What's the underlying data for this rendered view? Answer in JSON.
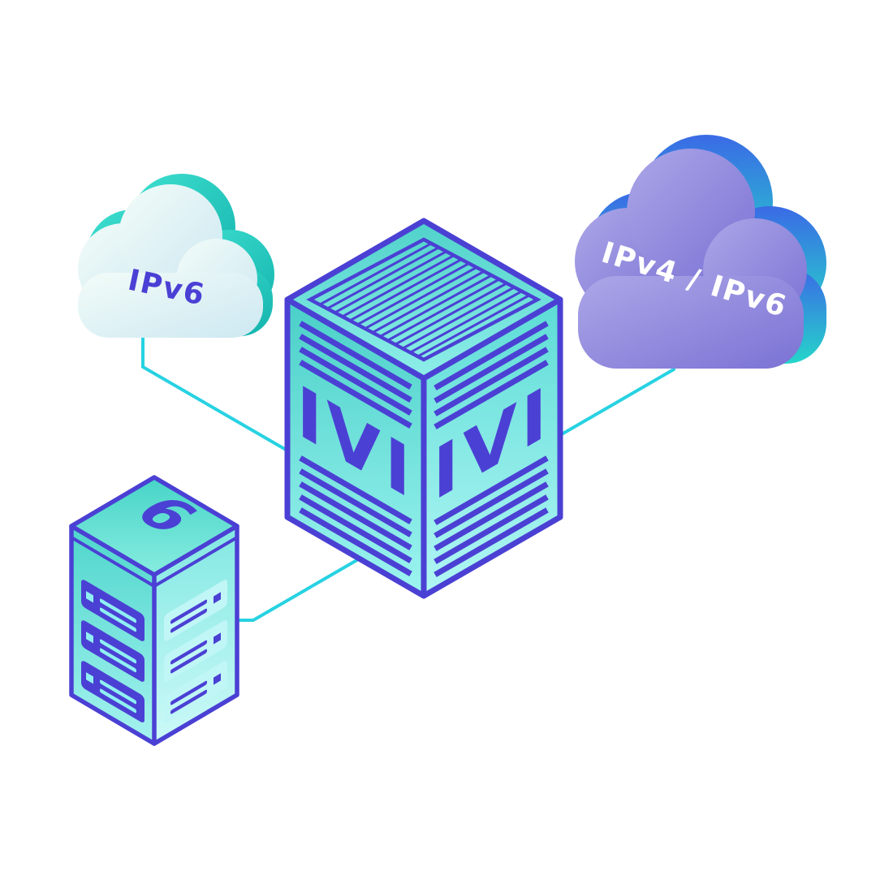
{
  "colors": {
    "background": "#ffffff",
    "indigo": "#4b40d4",
    "teal": "#2ad0c4",
    "cyan_light": "#8ff0f2",
    "line_cyan": "#27d2e2",
    "cloud_purple": "#8d85dc",
    "cloud_mint": "#eefaf6",
    "label_white": "#ffffff"
  },
  "nodes": {
    "ipv6_cloud": {
      "label": "IPv6"
    },
    "ipv4_ipv6_cloud": {
      "label": "IPv4 / IPv6"
    },
    "ivi_translator": {
      "left_label": "IVI",
      "right_label": "IVI"
    },
    "ipv6_server": {
      "label": "6"
    }
  },
  "connections": [
    {
      "from": "ipv6_cloud",
      "to": "ivi_translator"
    },
    {
      "from": "ipv4_ipv6_cloud",
      "to": "ivi_translator"
    },
    {
      "from": "ipv6_server",
      "to": "ivi_translator"
    }
  ]
}
